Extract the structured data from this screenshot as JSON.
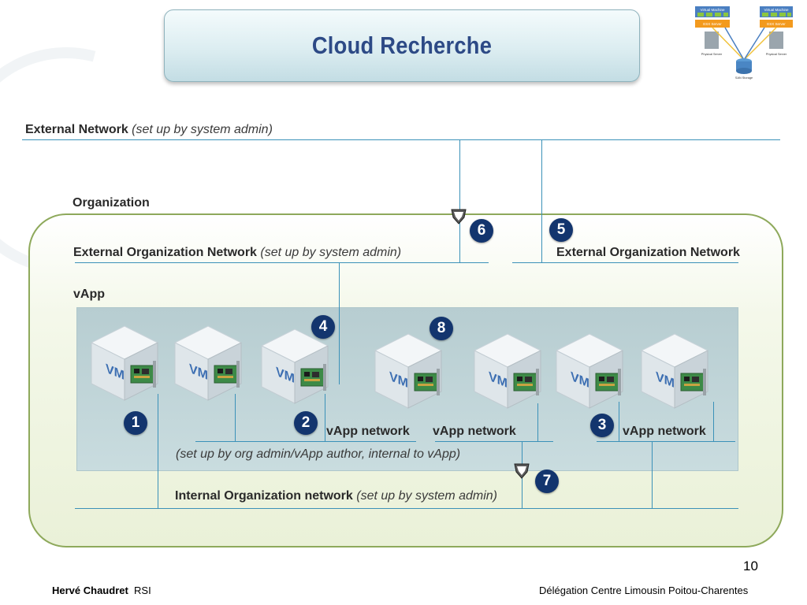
{
  "header": {
    "title": "Cloud Recherche"
  },
  "logo": {
    "vm_label": "Virtual Machine",
    "esx_label": "ESX Server",
    "physical_label": "Physical Server",
    "san_label": "SAN Storage"
  },
  "diagram": {
    "external_network": {
      "name": "External Network",
      "note": "(set up by system admin)"
    },
    "organization": {
      "label": "Organization"
    },
    "ext_org_network_left": {
      "name": "External Organization Network",
      "note": "(set up by system admin)"
    },
    "ext_org_network_right": {
      "name": "External Organization Network"
    },
    "vapp": {
      "label": "vApp"
    },
    "vm_label": "VM",
    "vapp_network_a": "vApp network",
    "vapp_network_b": "vApp network",
    "vapp_network_c": "vApp network",
    "vapp_note": "(set up by org admin/vApp author, internal to vApp)",
    "internal_org_network": {
      "name": "Internal Organization network",
      "note": "(set up by system admin)"
    },
    "badges": [
      "1",
      "2",
      "3",
      "4",
      "5",
      "6",
      "7",
      "8"
    ]
  },
  "footer": {
    "author": "Hervé Chaudret",
    "dept": "RSI",
    "org": "Délégation Centre Limousin Poitou-Charentes",
    "page": "10"
  },
  "colors": {
    "accent": "#3b91b8",
    "badge": "#13356e",
    "title": "#2d4a86",
    "org_border": "#8ea95b"
  }
}
